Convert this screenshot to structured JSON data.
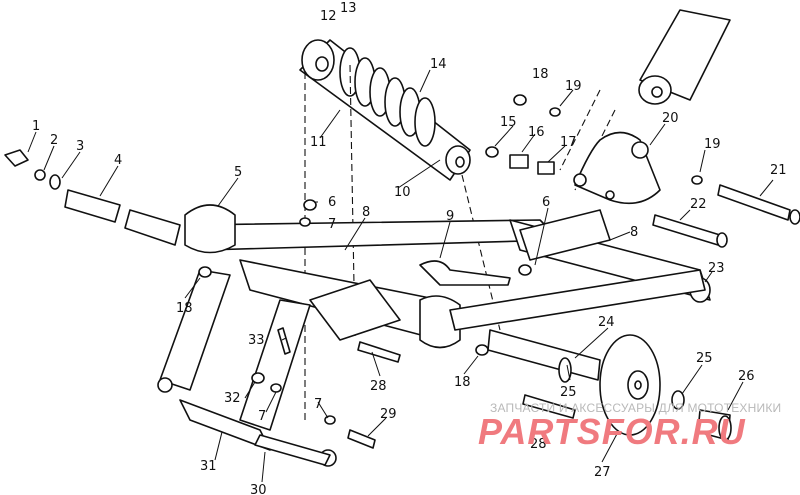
{
  "labels": [
    "1",
    "2",
    "3",
    "4",
    "5",
    "6",
    "7",
    "8",
    "9",
    "10",
    "11",
    "12",
    "13",
    "14",
    "15",
    "16",
    "17",
    "18",
    "19",
    "20",
    "21",
    "22",
    "23",
    "24",
    "25",
    "26",
    "27",
    "28",
    "29",
    "30",
    "31",
    "32",
    "33"
  ],
  "watermark": {
    "caption": "ЗАПЧАСТИ И АКСЕССУАРЫ ДЛЯ МОТОТЕХНИКИ",
    "logo": "PARTSFOR.RU",
    "color": "#f07a7f"
  }
}
